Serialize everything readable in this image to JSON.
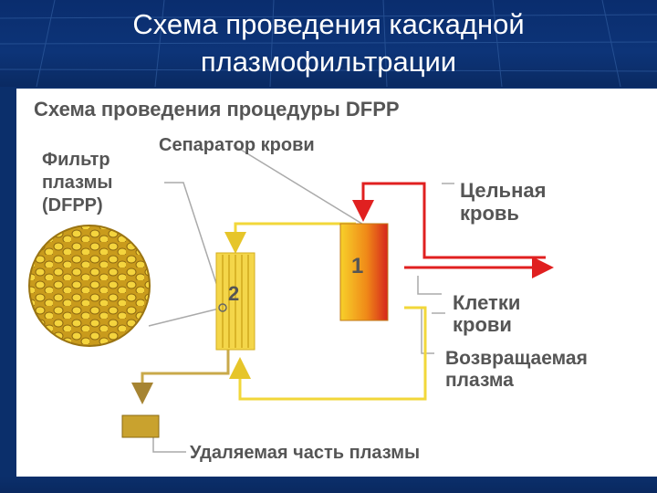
{
  "slide": {
    "title_line1": "Схема проведения каскадной",
    "title_line2": "плазмофильтрации"
  },
  "diagram": {
    "heading": "Схема проведения процедуры DFPP",
    "labels": {
      "separator": "Сепаратор крови",
      "filter_line1": "Фильтр",
      "filter_line2": "плазмы",
      "filter_line3": "(DFPP)",
      "whole_blood_line1": "Цельная",
      "whole_blood_line2": "кровь",
      "blood_cells_line1": "Клетки",
      "blood_cells_line2": "крови",
      "returned_plasma_line1": "Возвращаемая",
      "returned_plasma_line2": "плазма",
      "removed_plasma": "Удаляемая часть плазмы"
    },
    "numbers": {
      "separator": "1",
      "filter": "2"
    },
    "colors": {
      "blood_line": "#e02020",
      "plasma_line": "#f2d73a",
      "leader": "#aaaaaa"
    }
  }
}
